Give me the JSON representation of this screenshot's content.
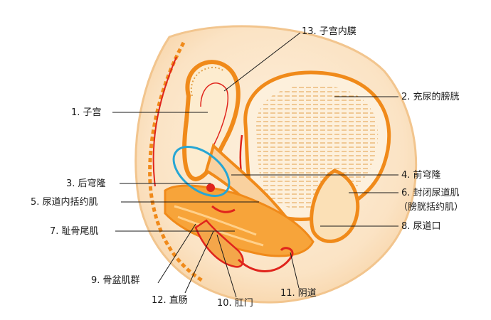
{
  "labels": {
    "l1": "1. 子宫",
    "l2": "2. 充尿的膀胱",
    "l3": "3. 后穹隆",
    "l4": "4. 前穹隆",
    "l5": "5. 尿道内括约肌",
    "l6a": "6. 封闭尿道肌",
    "l6b": "（膀胱括约肌）",
    "l7": "7. 耻骨尾肌",
    "l8": "8. 尿道口",
    "l9": "9. 骨盆肌群",
    "l10": "10. 肛门",
    "l11": "11. 阴道",
    "l12": "12. 直肠",
    "l13": "13. 子宫内膜"
  },
  "colors": {
    "skin": "#fbe3c4",
    "skin_edge": "#f2c58e",
    "muscle": "#f08a1a",
    "red": "#e0241c",
    "bladder": "#fdf0dc",
    "lines": "#e2a14a",
    "highlight": "#27a6d4"
  },
  "icons": [
    "anatomy-diagram"
  ]
}
